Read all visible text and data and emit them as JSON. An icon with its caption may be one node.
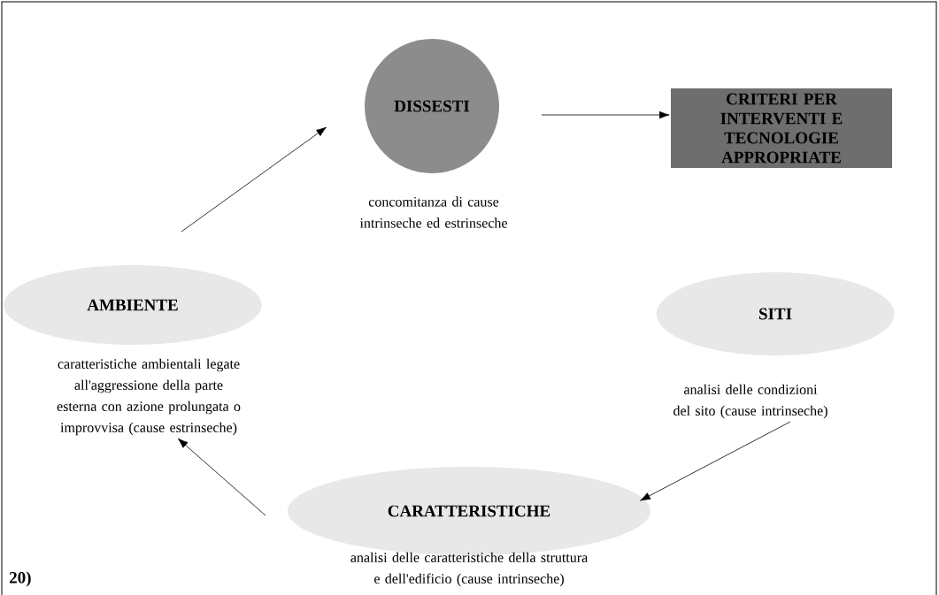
{
  "diagram": {
    "nodes": [
      {
        "text": [
          "DISSESTI"
        ],
        "beside": [
          "concomitanza di cause intrinseche ed estrinseche"
        ]
      },
      {
        "text": [
          "CRITERI PER INTERVENTI E TECNOLOGIE APPROPRIATE"
        ]
      },
      {
        "text": [
          "AMBIENTE"
        ],
        "beside": [
          "caratteristiche ambientali legate all'aggressione della parte esterna con azione prolungata o improvvisa (cause estrinseche)"
        ]
      },
      {
        "text": [
          "SITI"
        ],
        "beside": [
          "analisi delle condizioni del sito (cause intrinseche)"
        ]
      },
      {
        "text": [
          "CARATTERISTICHE"
        ],
        "beside": [
          "analisi delle caratteristiche della struttura e dell'edificio (cause intrinseche)"
        ]
      }
    ],
    "edges": [
      {
        "from": 0,
        "to": 1,
        "arrow": "to"
      },
      {
        "from": 2,
        "to": 0,
        "arrow": "to"
      },
      {
        "from": 3,
        "to": 4,
        "arrow": "to"
      },
      {
        "from": 4,
        "to": 2,
        "arrow": "to"
      }
    ],
    "labels": [
      "20)"
    ]
  }
}
